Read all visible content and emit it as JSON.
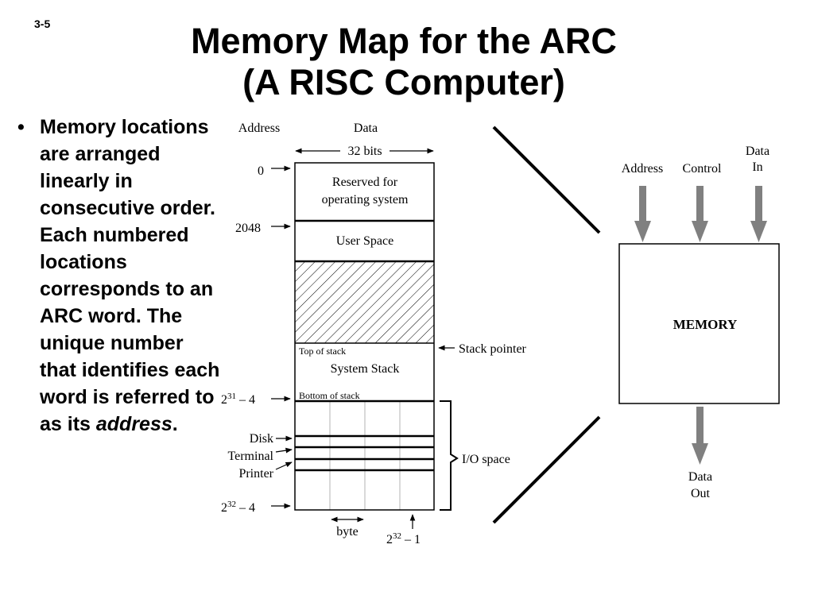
{
  "slide_number": "3-5",
  "title": {
    "line1": "Memory Map for the ARC",
    "line2": "(A RISC Computer)"
  },
  "bullet": {
    "marker": "•",
    "text_before": "Memory locations are arranged linearly in consecutive order. Each numbered locations corresponds to an ARC word. The unique number that identifies each word is referred to as its ",
    "emphasis": "address",
    "text_after": "."
  },
  "memory_map": {
    "header_address": "Address",
    "header_data": "Data",
    "width_label": "32 bits",
    "addr_0": "0",
    "addr_2048": "2048",
    "addr_2_31_base": "2",
    "addr_2_31_exp": "31",
    "addr_2_31_suffix": " – 4",
    "addr_2_32_base": "2",
    "addr_2_32_exp": "32",
    "addr_2_32_suffix": " – 4",
    "reserved_line1": "Reserved for",
    "reserved_line2": "operating system",
    "user_space": "User Space",
    "top_of_stack": "Top of stack",
    "system_stack": "System Stack",
    "bottom_of_stack": "Bottom of stack",
    "stack_pointer": "Stack pointer",
    "disk": "Disk",
    "terminal": "Terminal",
    "printer": "Printer",
    "io_space": "I/O space",
    "byte": "byte",
    "last_addr_base": "2",
    "last_addr_exp": "32",
    "last_addr_suffix": " – 1"
  },
  "memory_block": {
    "label": "MEMORY",
    "input_address": "Address",
    "input_control": "Control",
    "input_data_line1": "Data",
    "input_data_line2": "In",
    "output_line1": "Data",
    "output_line2": "Out"
  },
  "colors": {
    "arrow_gray": "#808080",
    "ink": "#000000",
    "divider_light": "#d9d9d9"
  }
}
